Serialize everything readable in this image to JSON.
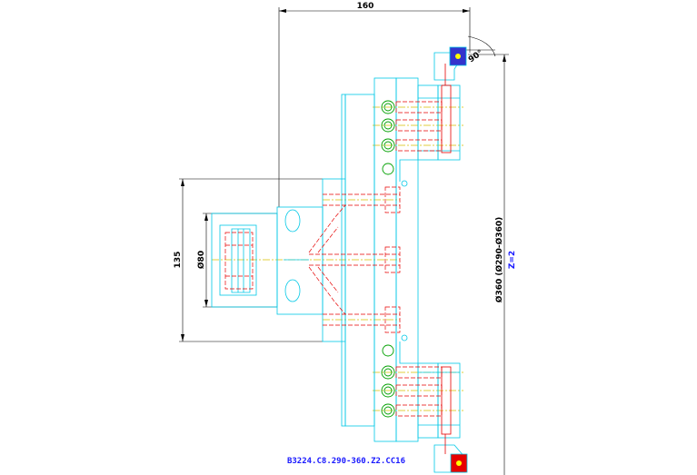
{
  "drawing": {
    "part_code": "B3224.C8.290-360.Z2.CC16",
    "dimensions": {
      "width_top": "160",
      "height_left": "135",
      "bore_diameter": "Ø80",
      "cutting_diameter": "Ø360 (Ø290-Ø360)",
      "teeth": "Z=2",
      "insert_angle": "90°"
    },
    "colors": {
      "outline": "#00c8e6",
      "hidden": "#e60000",
      "centerline": "#d8c000",
      "screws": "#00a000",
      "dimension": "#000000",
      "label": "#1a1aff",
      "insert_top": "#3333cc",
      "insert_bottom": "#e60000"
    },
    "icons": [
      "insert-top-icon",
      "insert-bottom-icon"
    ]
  }
}
